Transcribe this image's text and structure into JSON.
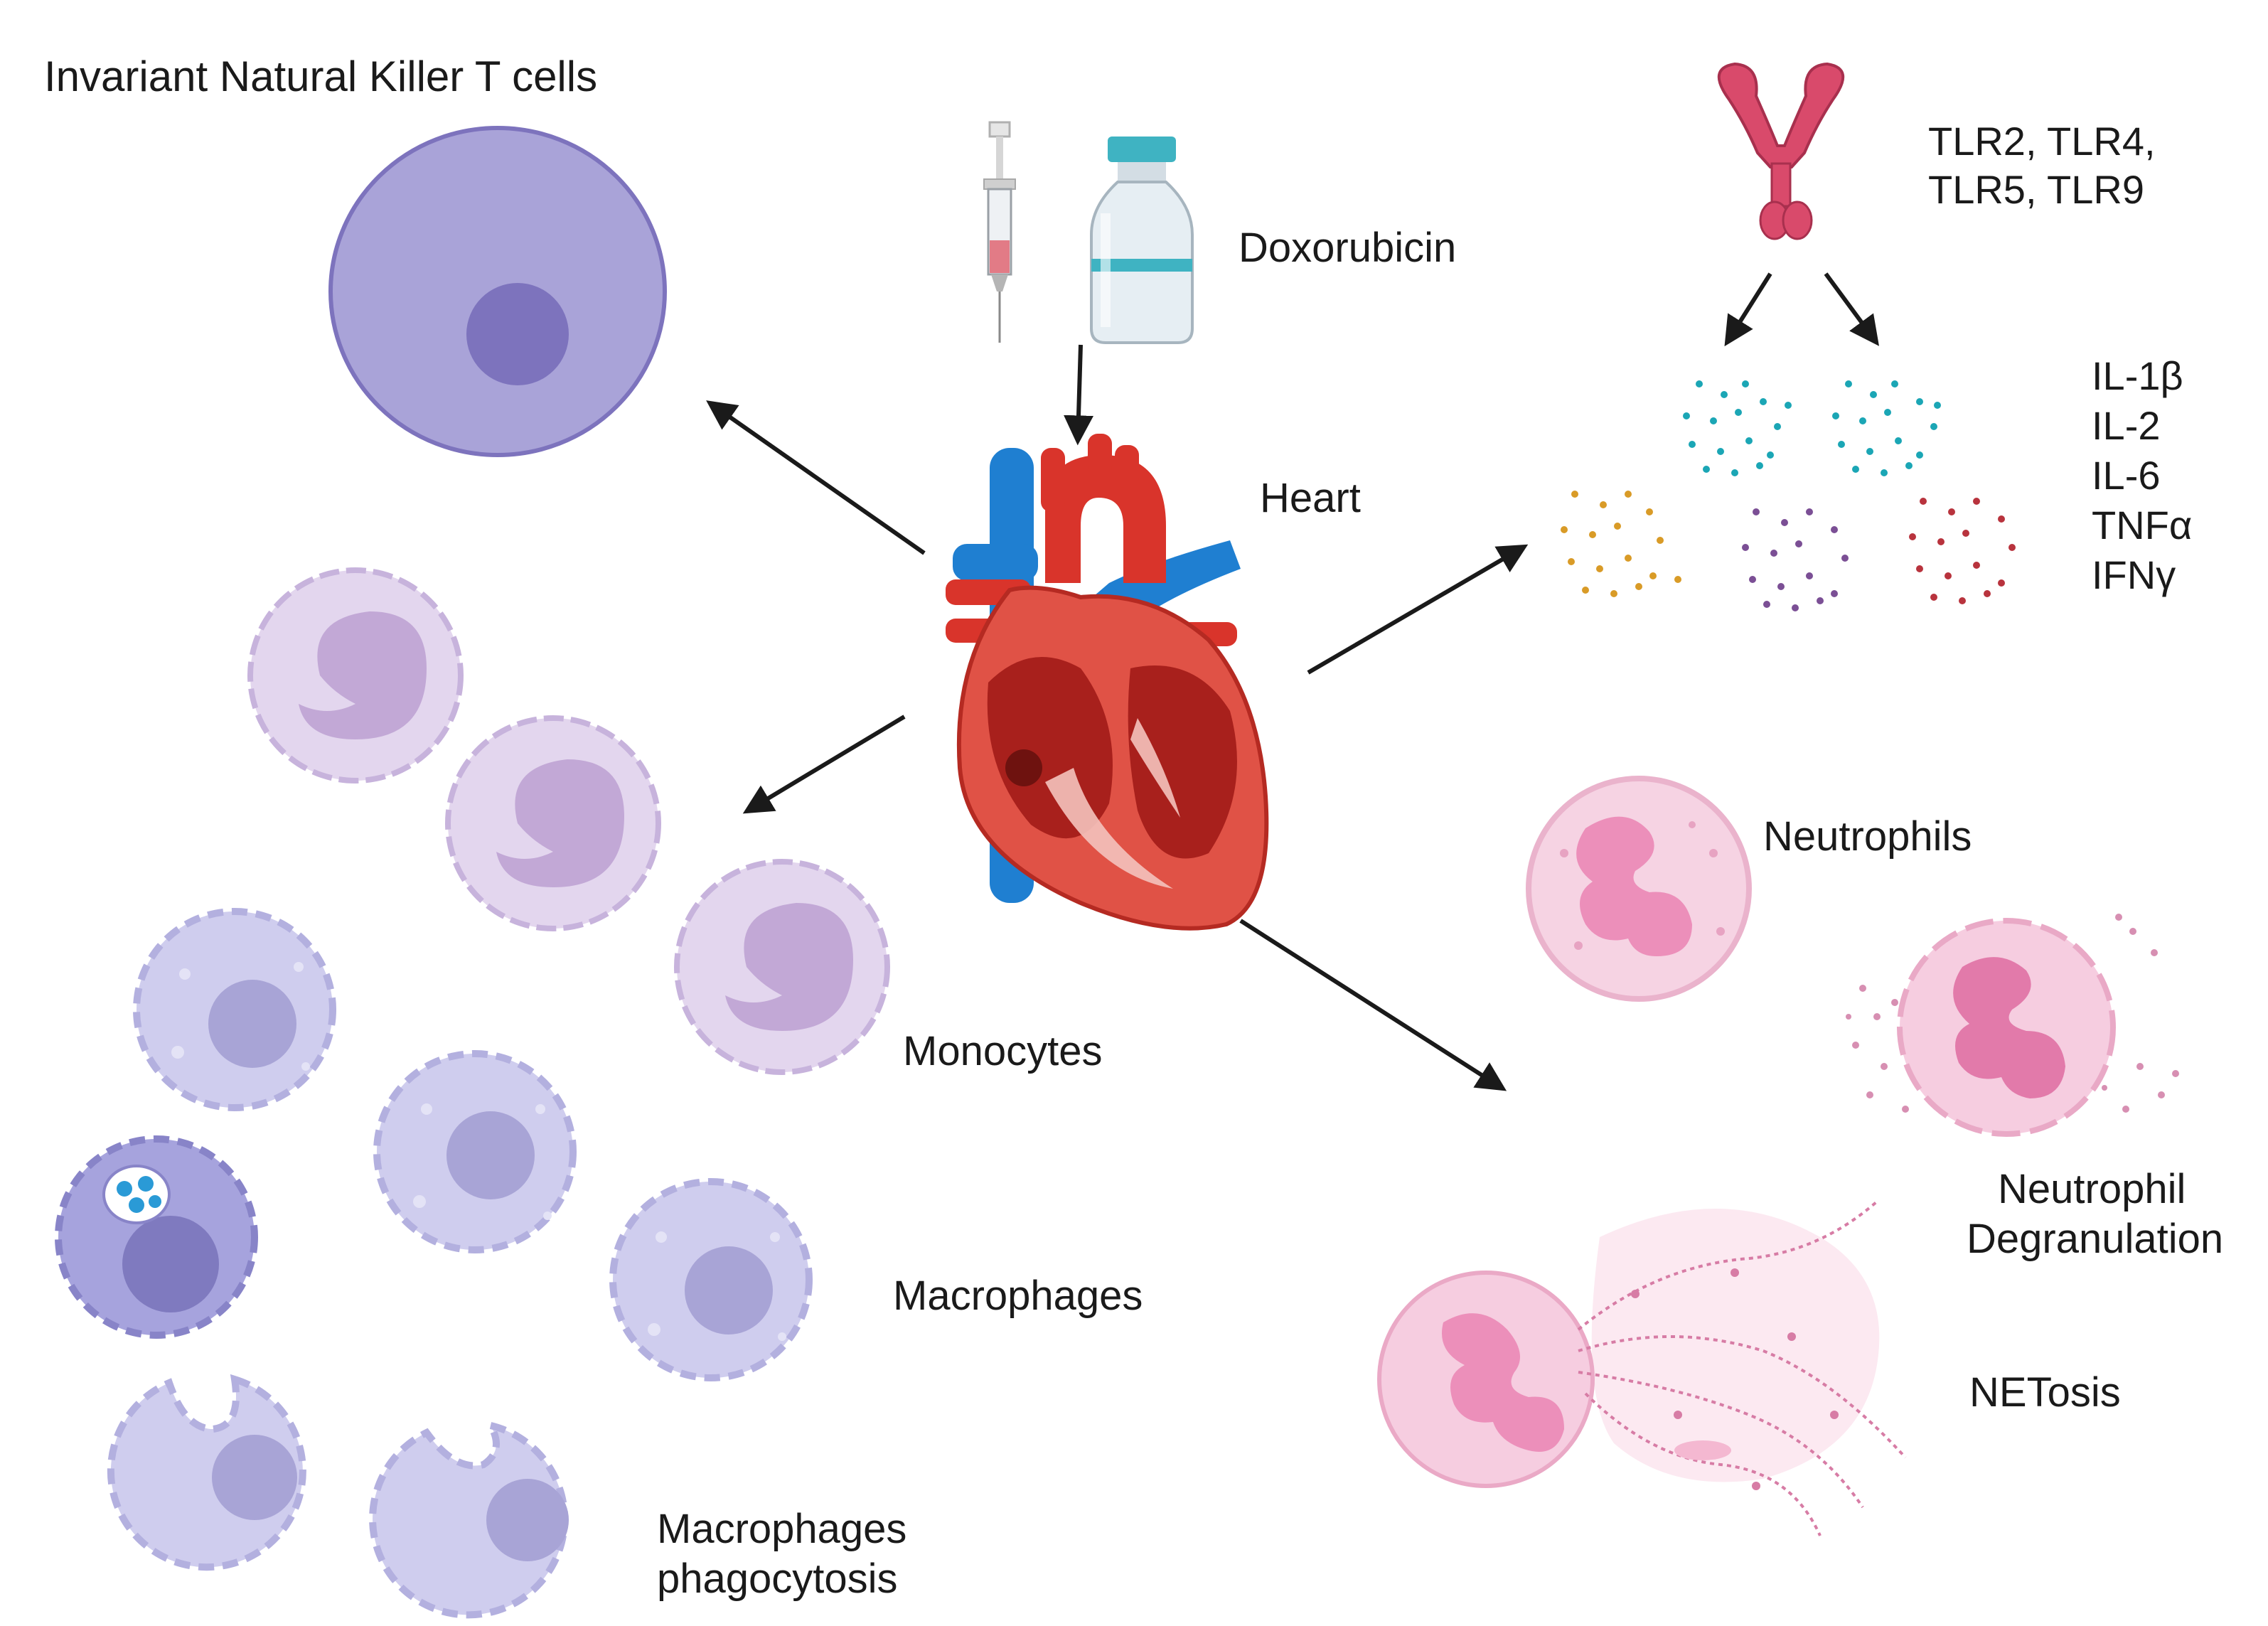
{
  "labels": {
    "inkt": "Invariant Natural Killer T cells",
    "doxorubicin": "Doxorubicin",
    "heart": "Heart",
    "tlr_line1": "TLR2, TLR4,",
    "tlr_line2": "TLR5, TLR9",
    "cytokines": [
      "IL-1β",
      "IL-2",
      "IL-6",
      "TNFα",
      "IFNγ"
    ],
    "monocytes": "Monocytes",
    "macrophages": "Macrophages",
    "phago_line1": "Macrophages",
    "phago_line2": "phagocytosis",
    "neutrophils": "Neutrophils",
    "degran_line1": "Neutrophil",
    "degran_line2": "Degranulation",
    "netosis": "NETosis"
  },
  "colors": {
    "inkt_cell": "#a9a3d8",
    "inkt_nucleus": "#7d73bd",
    "monocyte": "#e3d6ee",
    "monocyte_nucleus": "#c2a8d6",
    "macrophage": "#cfcdee",
    "macrophage_nucleus": "#a8a4d6",
    "heart_red": "#d9342b",
    "heart_dark": "#a8201c",
    "vessel_blue": "#1f7fd1",
    "neutrophil": "#f6d3e3",
    "neutrophil_nucleus": "#ec8fba",
    "tlr_receptor": "#d94a6b",
    "cytokine_teal": "#1ba6b5",
    "cytokine_orange": "#d99b27",
    "cytokine_purple": "#7b4f95",
    "cytokine_red": "#b8333d"
  }
}
